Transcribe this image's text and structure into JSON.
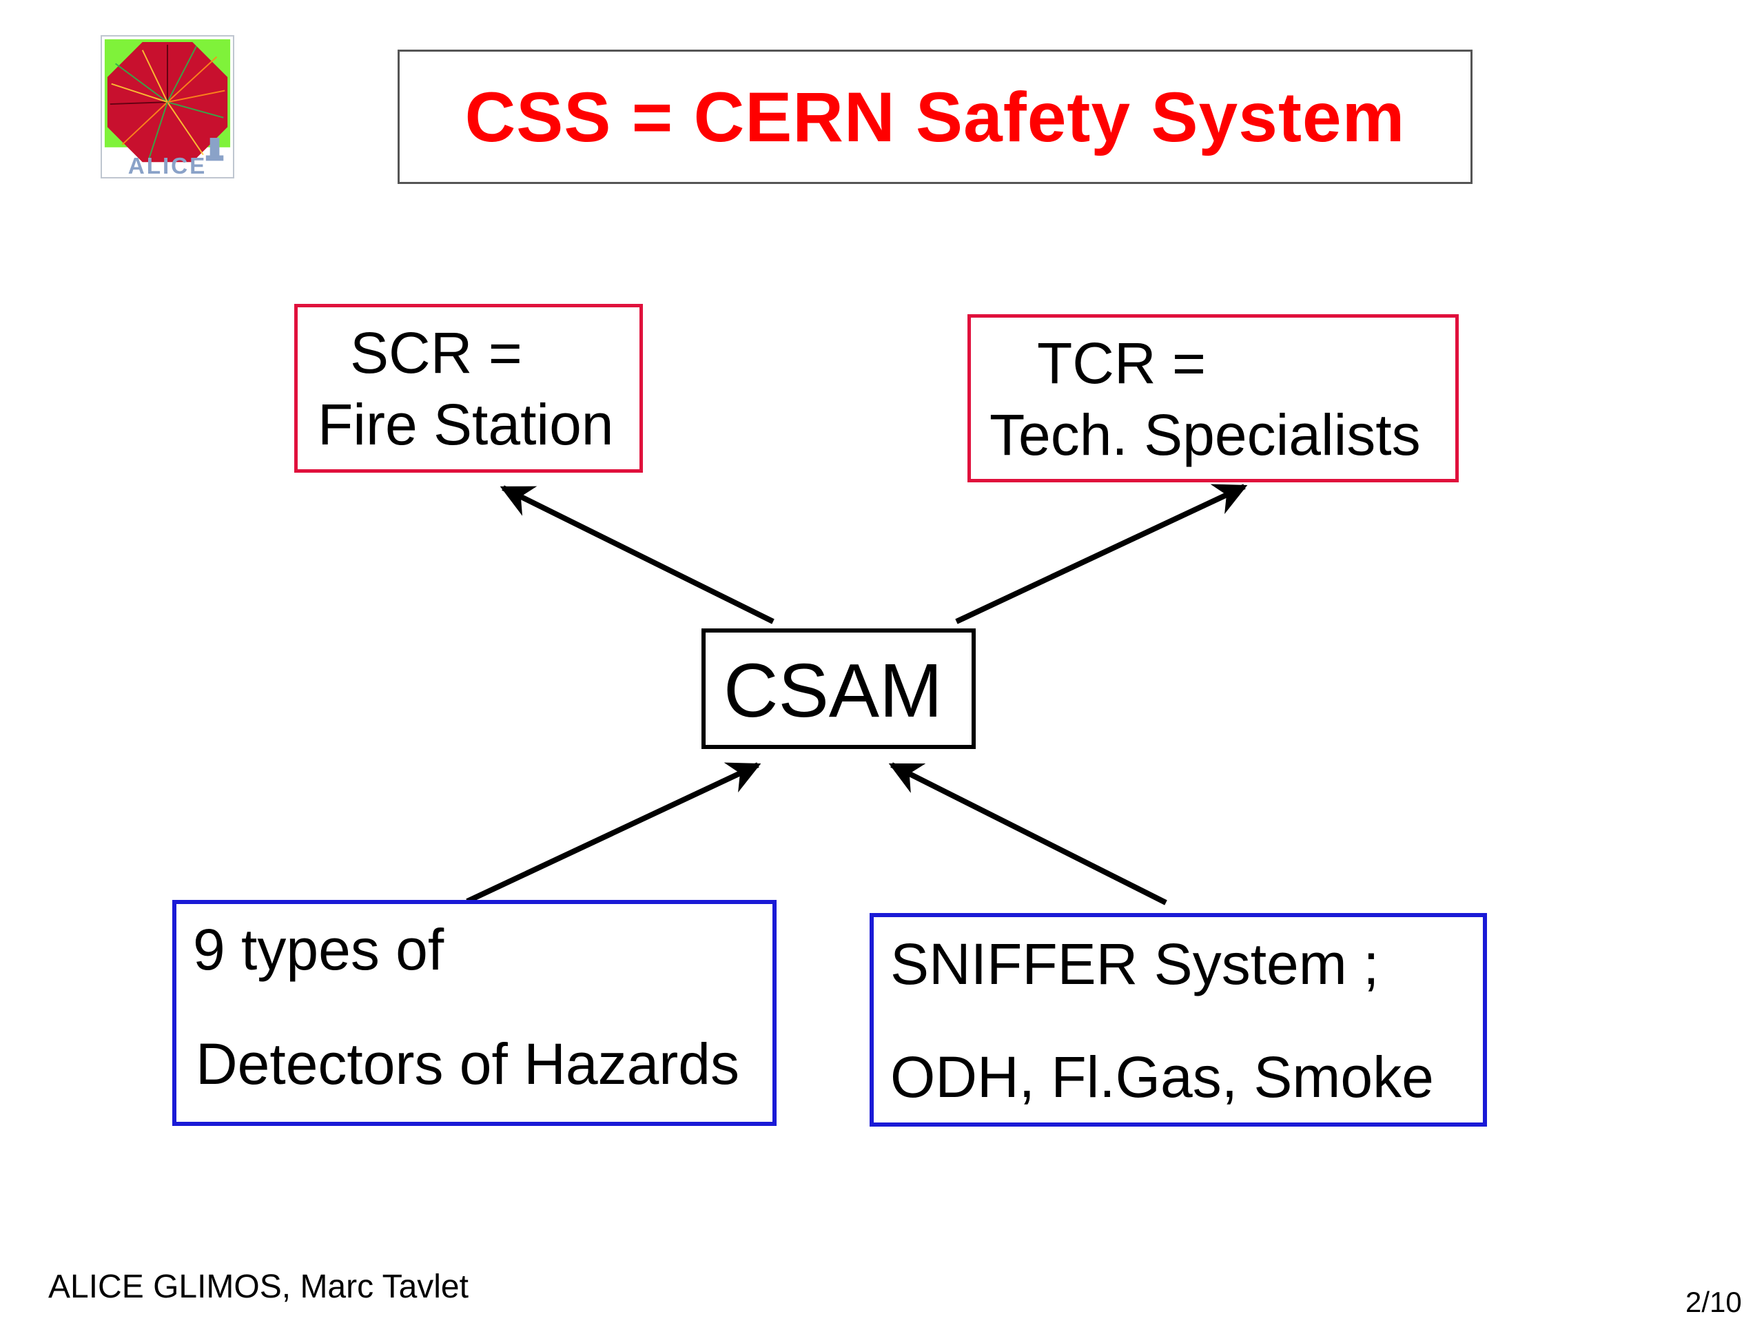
{
  "slide": {
    "title": "CSS = CERN Safety System",
    "logo_name": "ALICE"
  },
  "boxes": {
    "scr": {
      "line1": "SCR =",
      "line2": "Fire Station"
    },
    "tcr": {
      "line1": "TCR =",
      "line2": "Tech. Specialists"
    },
    "csam": {
      "label": "CSAM"
    },
    "detectors": {
      "line1": "9 types of",
      "line2": "Detectors of Hazards"
    },
    "sniffer": {
      "line1": "SNIFFER System ;",
      "line2": "ODH, Fl.Gas, Smoke"
    }
  },
  "footer": {
    "author": "ALICE GLIMOS, Marc Tavlet",
    "page": "2/10"
  },
  "colors": {
    "title": "#ff0000",
    "output_box_border": "#e0103c",
    "input_box_border": "#1a1ad6",
    "arrow": "#000000"
  }
}
